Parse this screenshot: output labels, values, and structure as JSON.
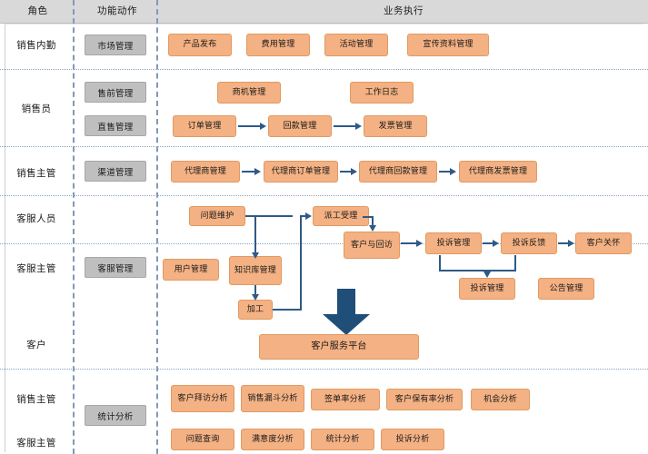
{
  "header": {
    "columns": [
      {
        "label": "角色"
      },
      {
        "label": "功能动作"
      },
      {
        "label": "业务执行"
      }
    ]
  },
  "roles": [
    {
      "label": "销售内勤"
    },
    {
      "label": "销售员"
    },
    {
      "label": "销售主管"
    },
    {
      "label": "客服人员"
    },
    {
      "label": "客服主管"
    },
    {
      "label": "客户"
    },
    {
      "label": "销售主管"
    },
    {
      "label": "客服主管"
    }
  ],
  "functions": [
    {
      "label": "市场管理"
    },
    {
      "label": "售前管理"
    },
    {
      "label": "直售管理"
    },
    {
      "label": "渠道管理"
    },
    {
      "label": "客服管理"
    },
    {
      "label": "统计分析"
    }
  ],
  "tasks": {
    "market": [
      {
        "label": "产品发布"
      },
      {
        "label": "费用管理"
      },
      {
        "label": "活动管理"
      },
      {
        "label": "宣传资料管理"
      }
    ],
    "presales": [
      {
        "label": "商机管理"
      },
      {
        "label": "工作日志"
      }
    ],
    "direct_sales": [
      {
        "label": "订单管理"
      },
      {
        "label": "回款管理"
      },
      {
        "label": "发票管理"
      }
    ],
    "channel": [
      {
        "label": "代理商管理"
      },
      {
        "label": "代理商订单管理"
      },
      {
        "label": "代理商回款管理"
      },
      {
        "label": "代理商发票管理"
      }
    ],
    "service": [
      {
        "label": "问题维护"
      },
      {
        "label": "派工受理"
      },
      {
        "label": "客户与回访"
      },
      {
        "label": "投诉管理"
      },
      {
        "label": "投诉反馈"
      },
      {
        "label": "客户关怀"
      },
      {
        "label": "用户管理"
      },
      {
        "label": "知识库管理"
      },
      {
        "label": "加工"
      },
      {
        "label": "投诉管理"
      },
      {
        "label": "公告管理"
      }
    ],
    "platform": {
      "label": "客户服务平台"
    },
    "analysis_row1": [
      {
        "label": "客户拜访分析"
      },
      {
        "label": "销售漏斗分析"
      },
      {
        "label": "签单率分析"
      },
      {
        "label": "客户保有率分析"
      },
      {
        "label": "机会分析"
      }
    ],
    "analysis_row2": [
      {
        "label": "问题查询"
      },
      {
        "label": "满意度分析"
      },
      {
        "label": "统计分析"
      },
      {
        "label": "投诉分析"
      }
    ]
  },
  "colors": {
    "task_fill": "#f4b183",
    "task_border": "#e09a62",
    "function_fill": "#bfbfbf",
    "header_band": "#d9d9d9",
    "connector": "#2e5a87",
    "separator_dashed": "#7f9ab5",
    "big_arrow": "#1f4e79"
  }
}
